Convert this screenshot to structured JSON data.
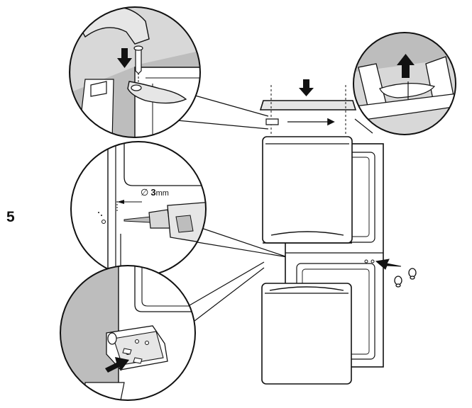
{
  "step_number": "5",
  "drill_label": {
    "diameter_symbol": "∅",
    "size": "3",
    "unit": "mm"
  },
  "colors": {
    "ink": "#111111",
    "shade": "#bdbdbd",
    "light": "#e6e6e6",
    "paper": "#ffffff"
  }
}
